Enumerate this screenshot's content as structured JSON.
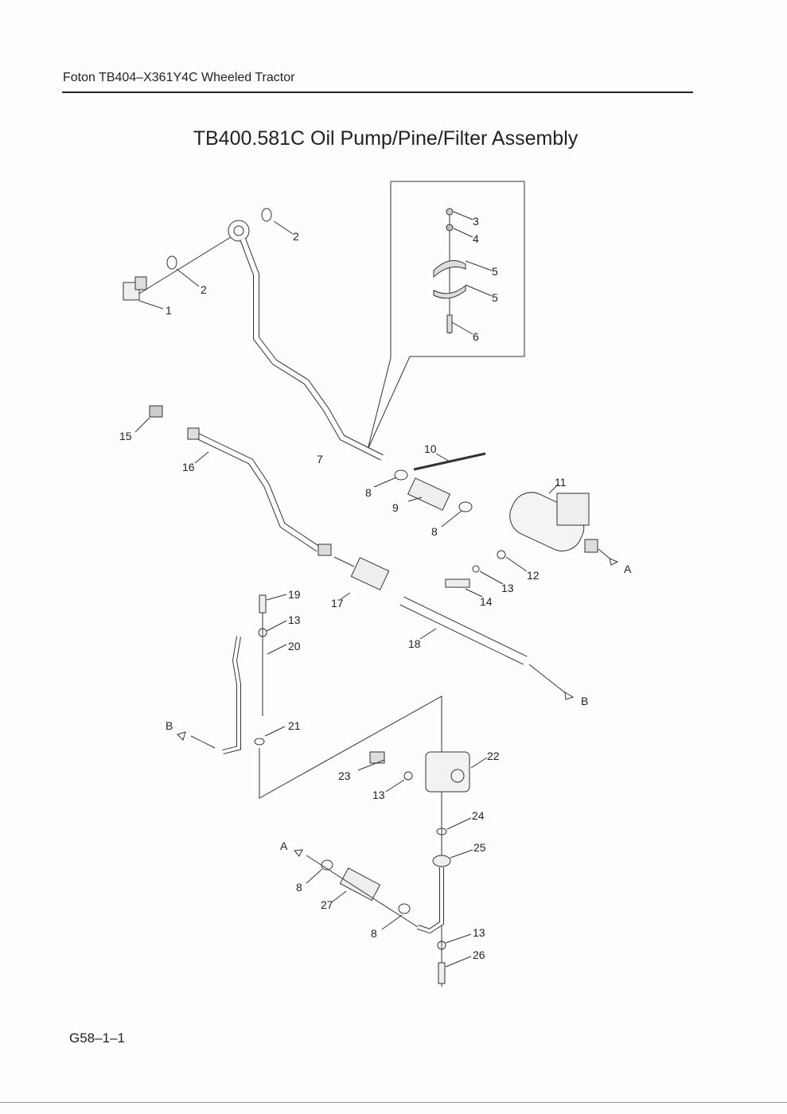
{
  "header": {
    "text": "Foton TB404–X361Y4C Wheeled Tractor"
  },
  "title": "TB400.581C  Oil Pump/Pine/Filter Assembly",
  "footer": {
    "page_code": "G58–1–1"
  },
  "callouts": [
    "1",
    "2",
    "2",
    "3",
    "4",
    "5",
    "5",
    "6",
    "15",
    "16",
    "7",
    "10",
    "11",
    "8",
    "9",
    "8",
    "12",
    "13",
    "14",
    "A",
    "19",
    "13",
    "17",
    "20",
    "18",
    "B",
    "B",
    "21",
    "22",
    "23",
    "13",
    "24",
    "25",
    "A",
    "8",
    "27",
    "8",
    "13",
    "26"
  ]
}
